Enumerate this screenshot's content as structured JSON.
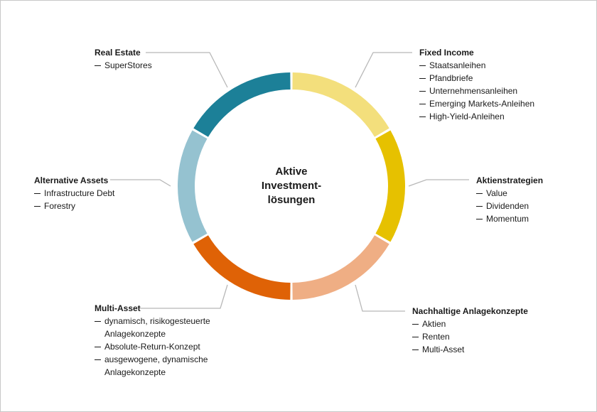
{
  "center": [
    "Aktive",
    "Investment-",
    "lösungen"
  ],
  "colors": {
    "leader": "#b8b8b8",
    "segments": [
      "#f3df7c",
      "#e6c100",
      "#efae84",
      "#df6206",
      "#95c2d0",
      "#1c8098"
    ]
  },
  "segments": [
    {
      "id": "fixed-income",
      "title": "Fixed Income",
      "items": [
        [
          "Staatsanleihen"
        ],
        [
          "Pfandbriefe"
        ],
        [
          "Unternehmensanleihen"
        ],
        [
          "Emerging Markets-Anleihen"
        ],
        [
          "High-Yield-Anleihen"
        ]
      ]
    },
    {
      "id": "aktienstrategien",
      "title": "Aktienstrategien",
      "items": [
        [
          "Value"
        ],
        [
          "Dividenden"
        ],
        [
          "Momentum"
        ]
      ]
    },
    {
      "id": "nachhaltige-anlagekonzepte",
      "title": "Nachhaltige Anlagekonzepte",
      "items": [
        [
          "Aktien"
        ],
        [
          "Renten"
        ],
        [
          "Multi-Asset"
        ]
      ]
    },
    {
      "id": "multi-asset",
      "title": "Multi-Asset",
      "items": [
        [
          "dynamisch, risikogesteuerte",
          "Anlagekonzepte"
        ],
        [
          "Absolute-Return-Konzept"
        ],
        [
          "ausgewogene, dynamische",
          "Anlagekonzepte"
        ]
      ]
    },
    {
      "id": "alternative-assets",
      "title": "Alternative Assets",
      "items": [
        [
          "Infrastructure Debt"
        ],
        [
          "Forestry"
        ]
      ]
    },
    {
      "id": "real-estate",
      "title": "Real Estate",
      "items": [
        [
          "SuperStores"
        ]
      ]
    }
  ]
}
